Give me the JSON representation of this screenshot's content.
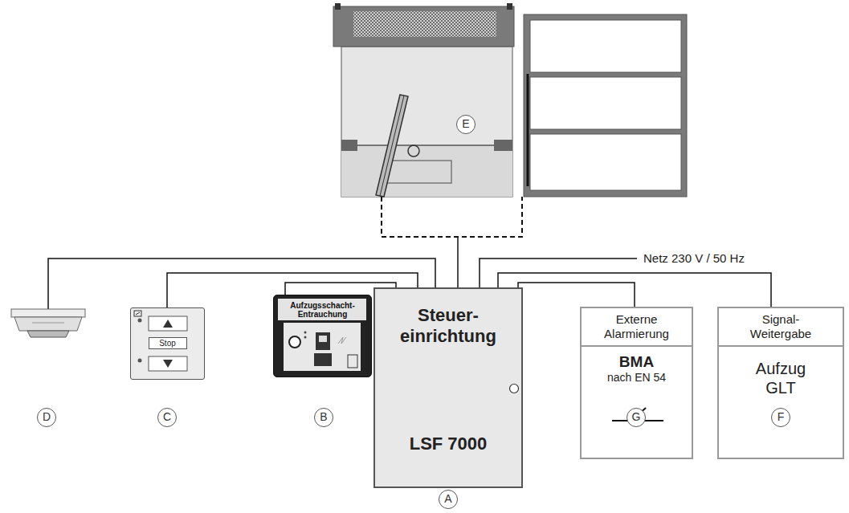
{
  "diagram": {
    "nodes": [
      {
        "text": [
          "Stop"
        ]
      },
      {
        "text": [
          "Aufzugsschacht- Entrauchung"
        ]
      },
      {
        "text": [
          "Steuer- einrichtung",
          "LSF 7000"
        ]
      },
      {
        "text": [
          "Externe Alarmierung",
          "BMA",
          "nach EN 54"
        ]
      },
      {
        "text": [
          "Signal- Weitergabe",
          "Aufzug GLT"
        ]
      }
    ],
    "edges": [
      {
        "from": 0,
        "to": 2,
        "arrow": "none"
      },
      {
        "from": 1,
        "to": 2,
        "arrow": "none"
      },
      {
        "from": 3,
        "to": 2,
        "arrow": "none"
      },
      {
        "from": 2,
        "to": 4,
        "arrow": "none"
      }
    ],
    "labels": [
      "E",
      "Netz 230 V / 50 Hz",
      "D",
      "C",
      "B",
      "A",
      "G",
      "F"
    ]
  }
}
